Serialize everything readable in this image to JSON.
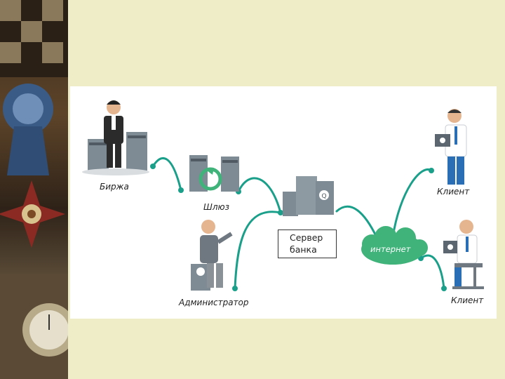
{
  "nodes": {
    "exchange": {
      "label": "Биржа"
    },
    "gateway": {
      "label": "Шлюз"
    },
    "administrator": {
      "label": "Администратор"
    },
    "bank_server": {
      "label_line1": "Сервер",
      "label_line2": "банка"
    },
    "internet": {
      "label": "интернет"
    },
    "client_top": {
      "label": "Клиент"
    },
    "client_bottom": {
      "label": "Клиент"
    }
  },
  "colors": {
    "connector": "#1aa08a",
    "cloud": "#3fb37a",
    "server_body": "#7e8b94",
    "server_dark": "#4f5a62",
    "shirt_blue": "#2a6fb5"
  }
}
